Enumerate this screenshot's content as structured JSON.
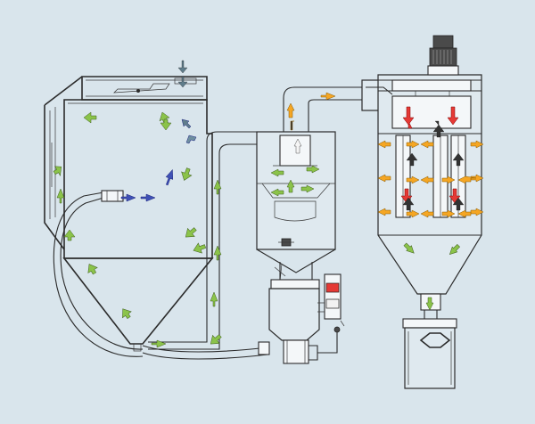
{
  "diagram": {
    "colors": {
      "background": "#d9e5ec",
      "line": "#2b2b2b",
      "material_flow": "#8bc34a",
      "air_flow": "#f5a623",
      "blown_air": "#3f51b5",
      "reverse_pulse": "#e53935",
      "vertical_air": "#333333"
    },
    "components": [
      "blasting-cabinet",
      "conveying-hose",
      "cyclone-separator",
      "abrasive-hopper",
      "metering-valve",
      "dust-collector",
      "fan-motor",
      "cartridge-filters",
      "dust-bin"
    ]
  }
}
